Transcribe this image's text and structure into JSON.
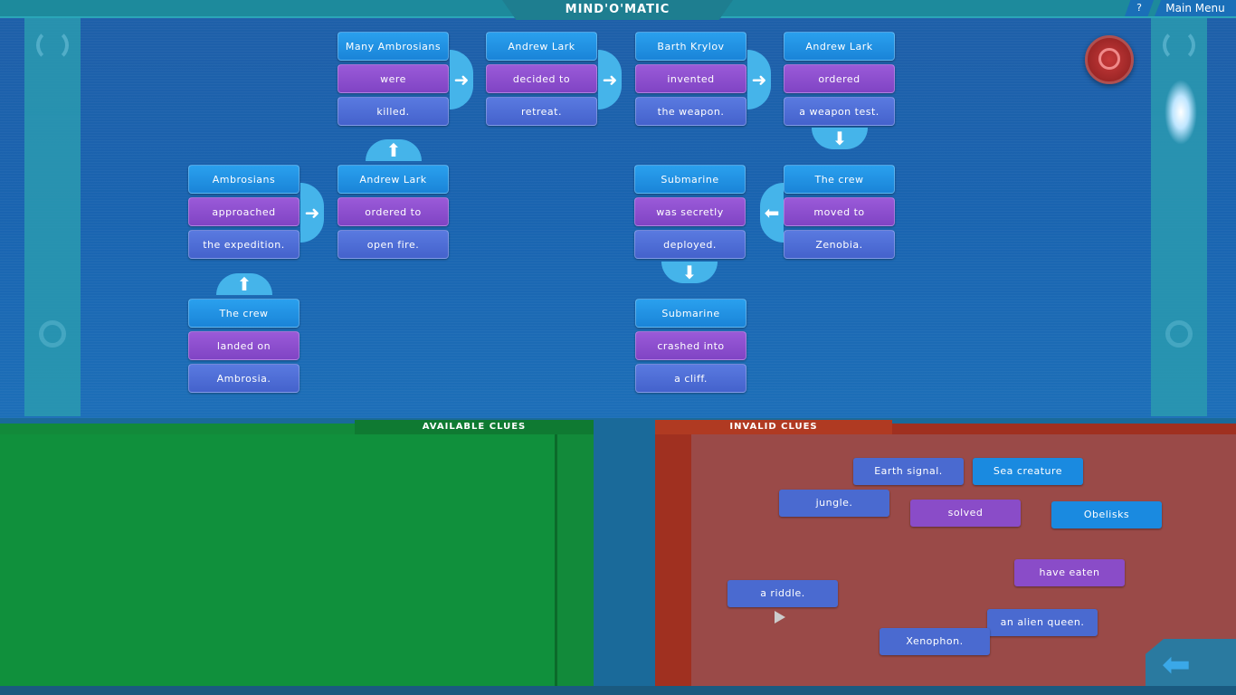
{
  "header": {
    "title": "MIND'O'MATIC",
    "help_label": "?",
    "main_menu_label": "Main Menu"
  },
  "board": {
    "statements": [
      {
        "subject": "Many Ambrosians",
        "verb": "were",
        "object": "killed."
      },
      {
        "subject": "Andrew Lark",
        "verb": "decided to",
        "object": "retreat."
      },
      {
        "subject": "Barth Krylov",
        "verb": "invented",
        "object": "the weapon."
      },
      {
        "subject": "Andrew Lark",
        "verb": "ordered",
        "object": "a weapon test."
      },
      {
        "subject": "Ambrosians",
        "verb": "approached",
        "object": "the expedition."
      },
      {
        "subject": "Andrew Lark",
        "verb": "ordered to",
        "object": "open fire."
      },
      {
        "subject": "Submarine",
        "verb": "was secretly",
        "object": "deployed."
      },
      {
        "subject": "The crew",
        "verb": "moved to",
        "object": "Zenobia."
      },
      {
        "subject": "The crew",
        "verb": "landed on",
        "object": "Ambrosia."
      },
      {
        "subject": "Submarine",
        "verb": "crashed into",
        "object": "a cliff."
      }
    ]
  },
  "available_clues": {
    "title": "AVAILABLE CLUES",
    "items": []
  },
  "invalid_clues": {
    "title": "INVALID CLUES",
    "items": [
      {
        "text": "Earth signal.",
        "color": "#4a6ad0"
      },
      {
        "text": "Sea creature",
        "color": "#1a8ae0"
      },
      {
        "text": "jungle.",
        "color": "#4a6ad0"
      },
      {
        "text": "solved",
        "color": "#8a4cc8"
      },
      {
        "text": "Obelisks",
        "color": "#1a8ae0"
      },
      {
        "text": "have eaten",
        "color": "#8a4cc8"
      },
      {
        "text": "a riddle.",
        "color": "#4a6ad0"
      },
      {
        "text": "an alien queen.",
        "color": "#4a6ad0"
      },
      {
        "text": "Xenophon.",
        "color": "#4a6ad0"
      }
    ]
  },
  "icons": {
    "arrow_right": "➜",
    "arrow_left": "⬅",
    "arrow_up": "⬆",
    "arrow_down": "⬇",
    "back": "⬅"
  }
}
